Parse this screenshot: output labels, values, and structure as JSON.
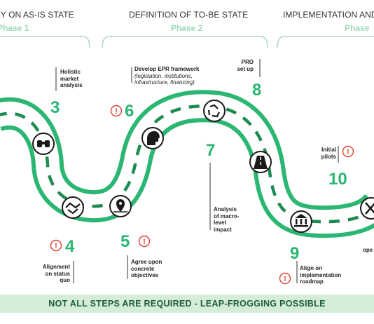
{
  "phases": [
    {
      "title": "CY ON AS-IS STATE",
      "sub": "Phase 1"
    },
    {
      "title": "DEFINITION OF TO-BE STATE",
      "sub": "Phase 2"
    },
    {
      "title": "IMPLEMENTATION AND O",
      "sub": "Phase"
    }
  ],
  "steps": [
    {
      "num": "3",
      "lines": [
        "Holistic",
        "market",
        "analysis"
      ]
    },
    {
      "num": "4",
      "lines": [
        "Alignment",
        "on status",
        "quo"
      ]
    },
    {
      "num": "5",
      "lines": [
        "Agree upon",
        "concrete",
        "objectives"
      ]
    },
    {
      "num": "6",
      "title": "Develop EPR framework",
      "italic": [
        "(legislation, institutions,",
        "infrastructure, financing)"
      ]
    },
    {
      "num": "7",
      "lines": [
        "Analysis",
        "of macro-",
        "level",
        "impact"
      ]
    },
    {
      "num": "8",
      "lines": [
        "PRO",
        "set up"
      ]
    },
    {
      "num": "9",
      "lines": [
        "Align on",
        "implementation",
        "roadmap"
      ]
    },
    {
      "num": "10",
      "lines": [
        "Initial",
        "pilots"
      ]
    },
    {
      "partial": "ope"
    }
  ],
  "warning_symbol": "!",
  "footer": "NOT ALL STEPS ARE REQUIRED - LEAP-FROGGING POSSIBLE",
  "colors": {
    "road": "#2bb673",
    "lane": "#1e8c52",
    "warning": "#e03c31",
    "footer_bg": "#d5ecd9",
    "footer_text": "#1d5c3c",
    "phase_sub": "#9fd8b8"
  },
  "icons": [
    "binoculars-icon",
    "handshake-icon",
    "map-pin-icon",
    "profile-head-icon",
    "recycle-arrows-icon",
    "road-icon",
    "bank-building-icon",
    "wrench-screwdriver-icon"
  ]
}
